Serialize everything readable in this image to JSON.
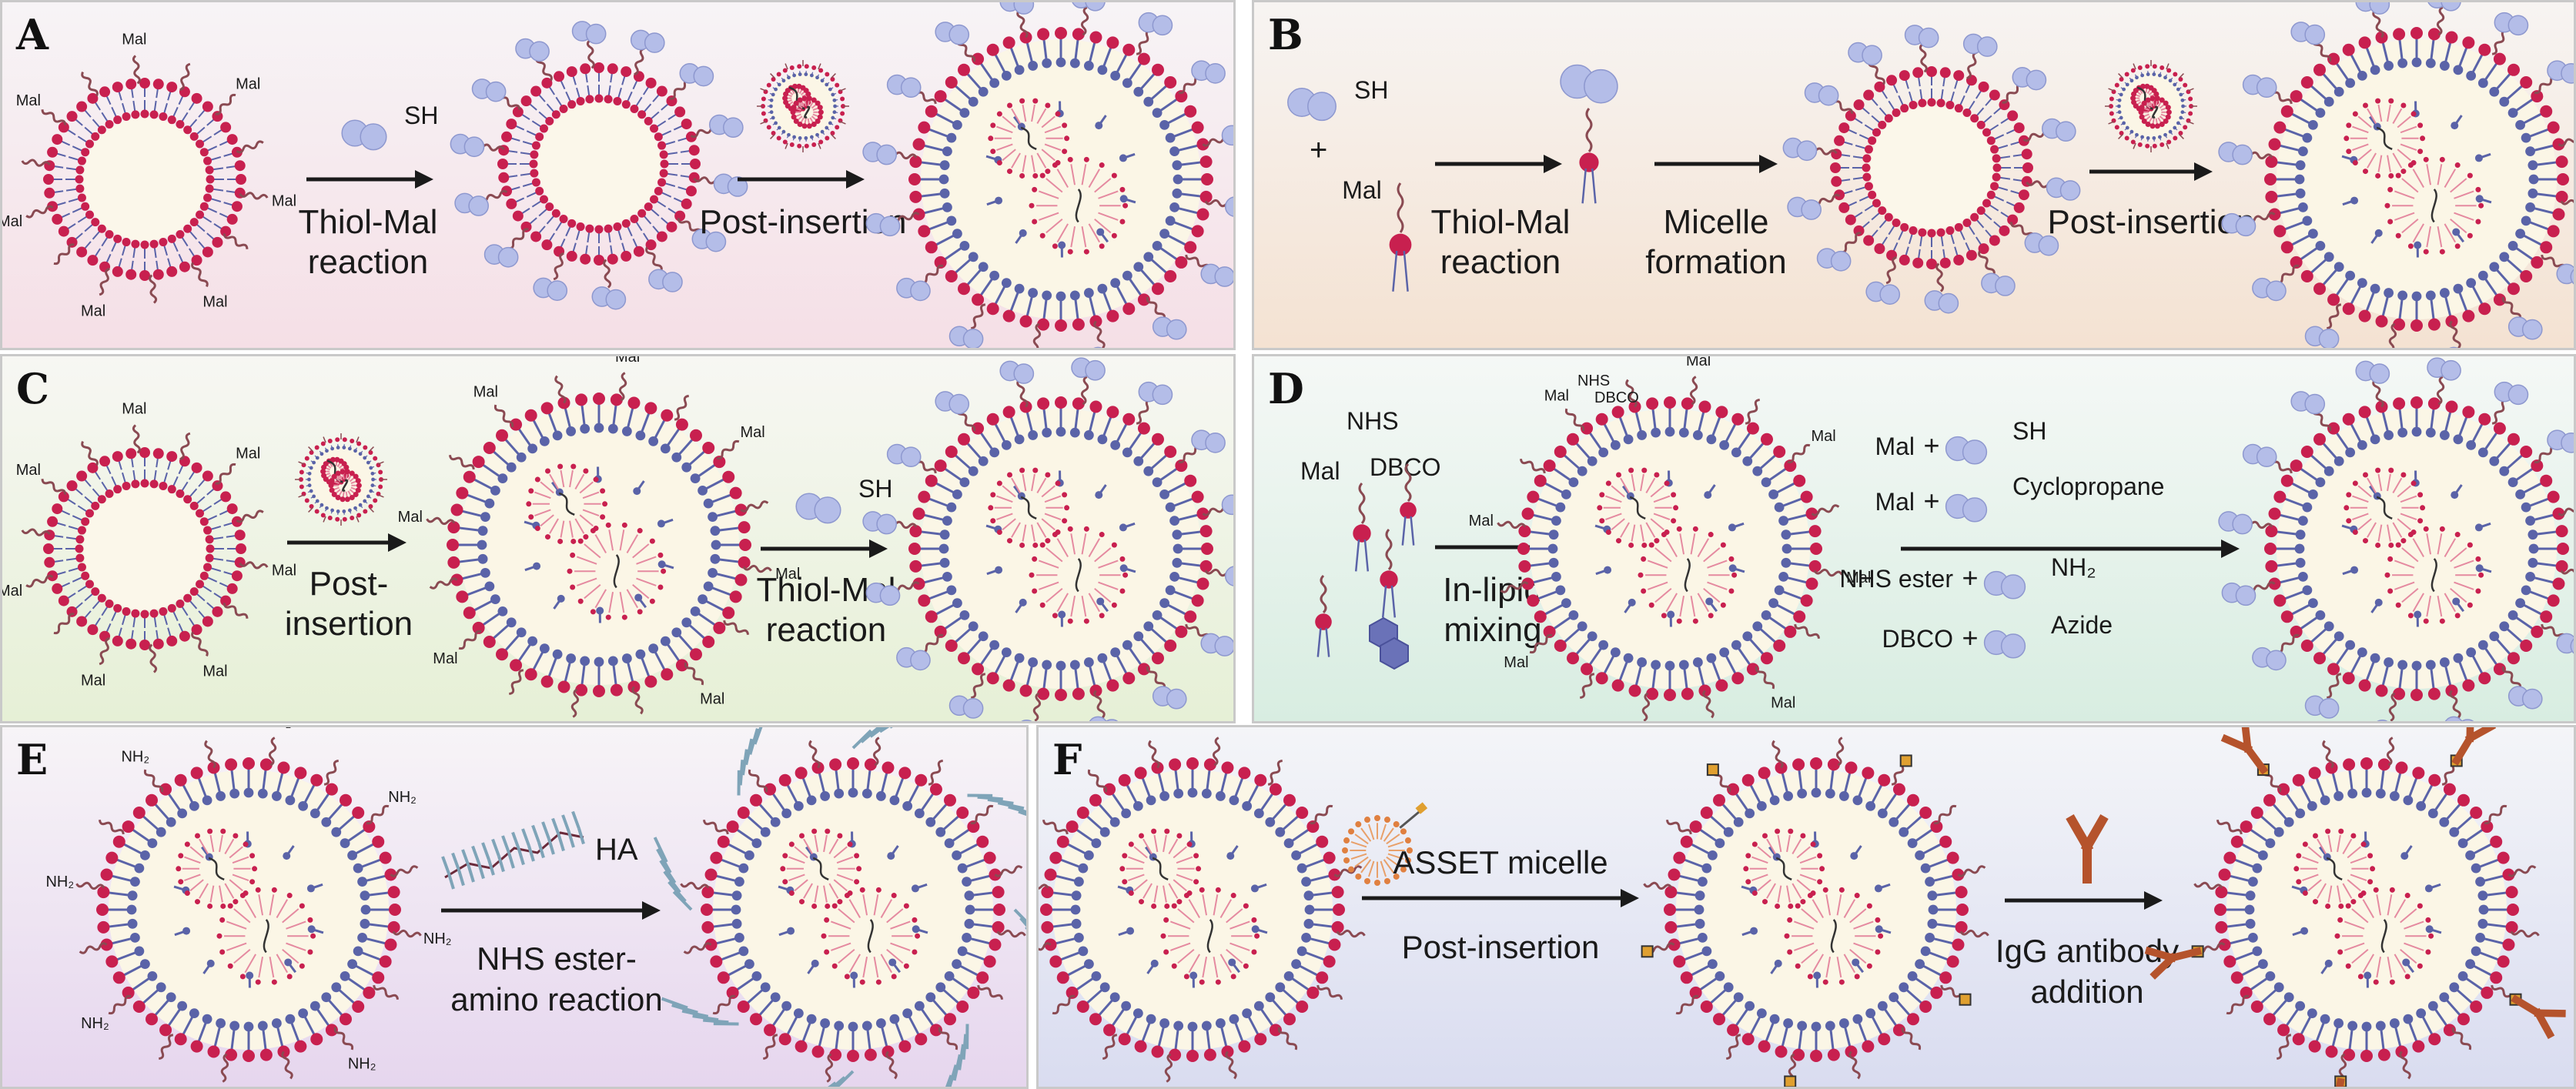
{
  "panels": {
    "a": {
      "letter": "A",
      "reagent": "SH",
      "step1": [
        "Thiol-Mal",
        "reaction"
      ],
      "step2": "Post-insertion",
      "tag": "Mal"
    },
    "b": {
      "letter": "B",
      "reagent": "SH",
      "plus": "+",
      "tag": "Mal",
      "step1": [
        "Thiol-Mal",
        "reaction"
      ],
      "step2": [
        "Micelle",
        "formation"
      ],
      "step3": "Post-insertion"
    },
    "c": {
      "letter": "C",
      "step1": [
        "Post-",
        "insertion"
      ],
      "reagent": "SH",
      "step2": [
        "Thiol-Mal",
        "reaction"
      ],
      "tag": "Mal"
    },
    "d": {
      "letter": "D",
      "lipids": [
        "NHS",
        "Mal",
        "DBCO"
      ],
      "step1": [
        "In-lipid",
        "mixing"
      ],
      "tags": [
        "NHS",
        "DBCO",
        "Mal"
      ],
      "reactions": [
        {
          "left": "Mal",
          "plus": "+",
          "right": "SH"
        },
        {
          "left": "Mal",
          "plus": "+",
          "right": "Cyclopropane"
        },
        {
          "left": "NHS ester",
          "plus": "+",
          "right": "NH₂"
        },
        {
          "left": "DBCO",
          "plus": "+",
          "right": "Azide"
        }
      ]
    },
    "e": {
      "letter": "E",
      "tag": "NH₂",
      "reagent": "HA",
      "step1": [
        "NHS ester-",
        "amino reaction"
      ]
    },
    "f": {
      "letter": "F",
      "reagent": "ASSET micelle",
      "step1": "Post-insertion",
      "step2": [
        "IgG antibody",
        "addition"
      ]
    }
  },
  "colors": {
    "head": "#c8204f",
    "tail": "#5a63a8",
    "chain": "#8a4a52",
    "protein": "#b4bde8",
    "antibody": "#b5532c",
    "arrow": "#1a1a1a"
  }
}
